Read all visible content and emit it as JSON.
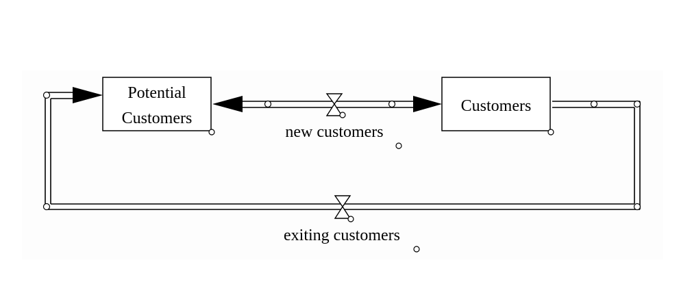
{
  "diagram": {
    "stocks": {
      "potential_customers": {
        "line1": "Potential",
        "line2": "Customers"
      },
      "customers": {
        "label": "Customers"
      }
    },
    "flows": {
      "new_customers": {
        "label": "new customers"
      },
      "exiting_customers": {
        "label": "exiting customers"
      }
    },
    "colors": {
      "line": "#000000",
      "background": "#ffffff",
      "panel": "#fdfdfd"
    }
  }
}
